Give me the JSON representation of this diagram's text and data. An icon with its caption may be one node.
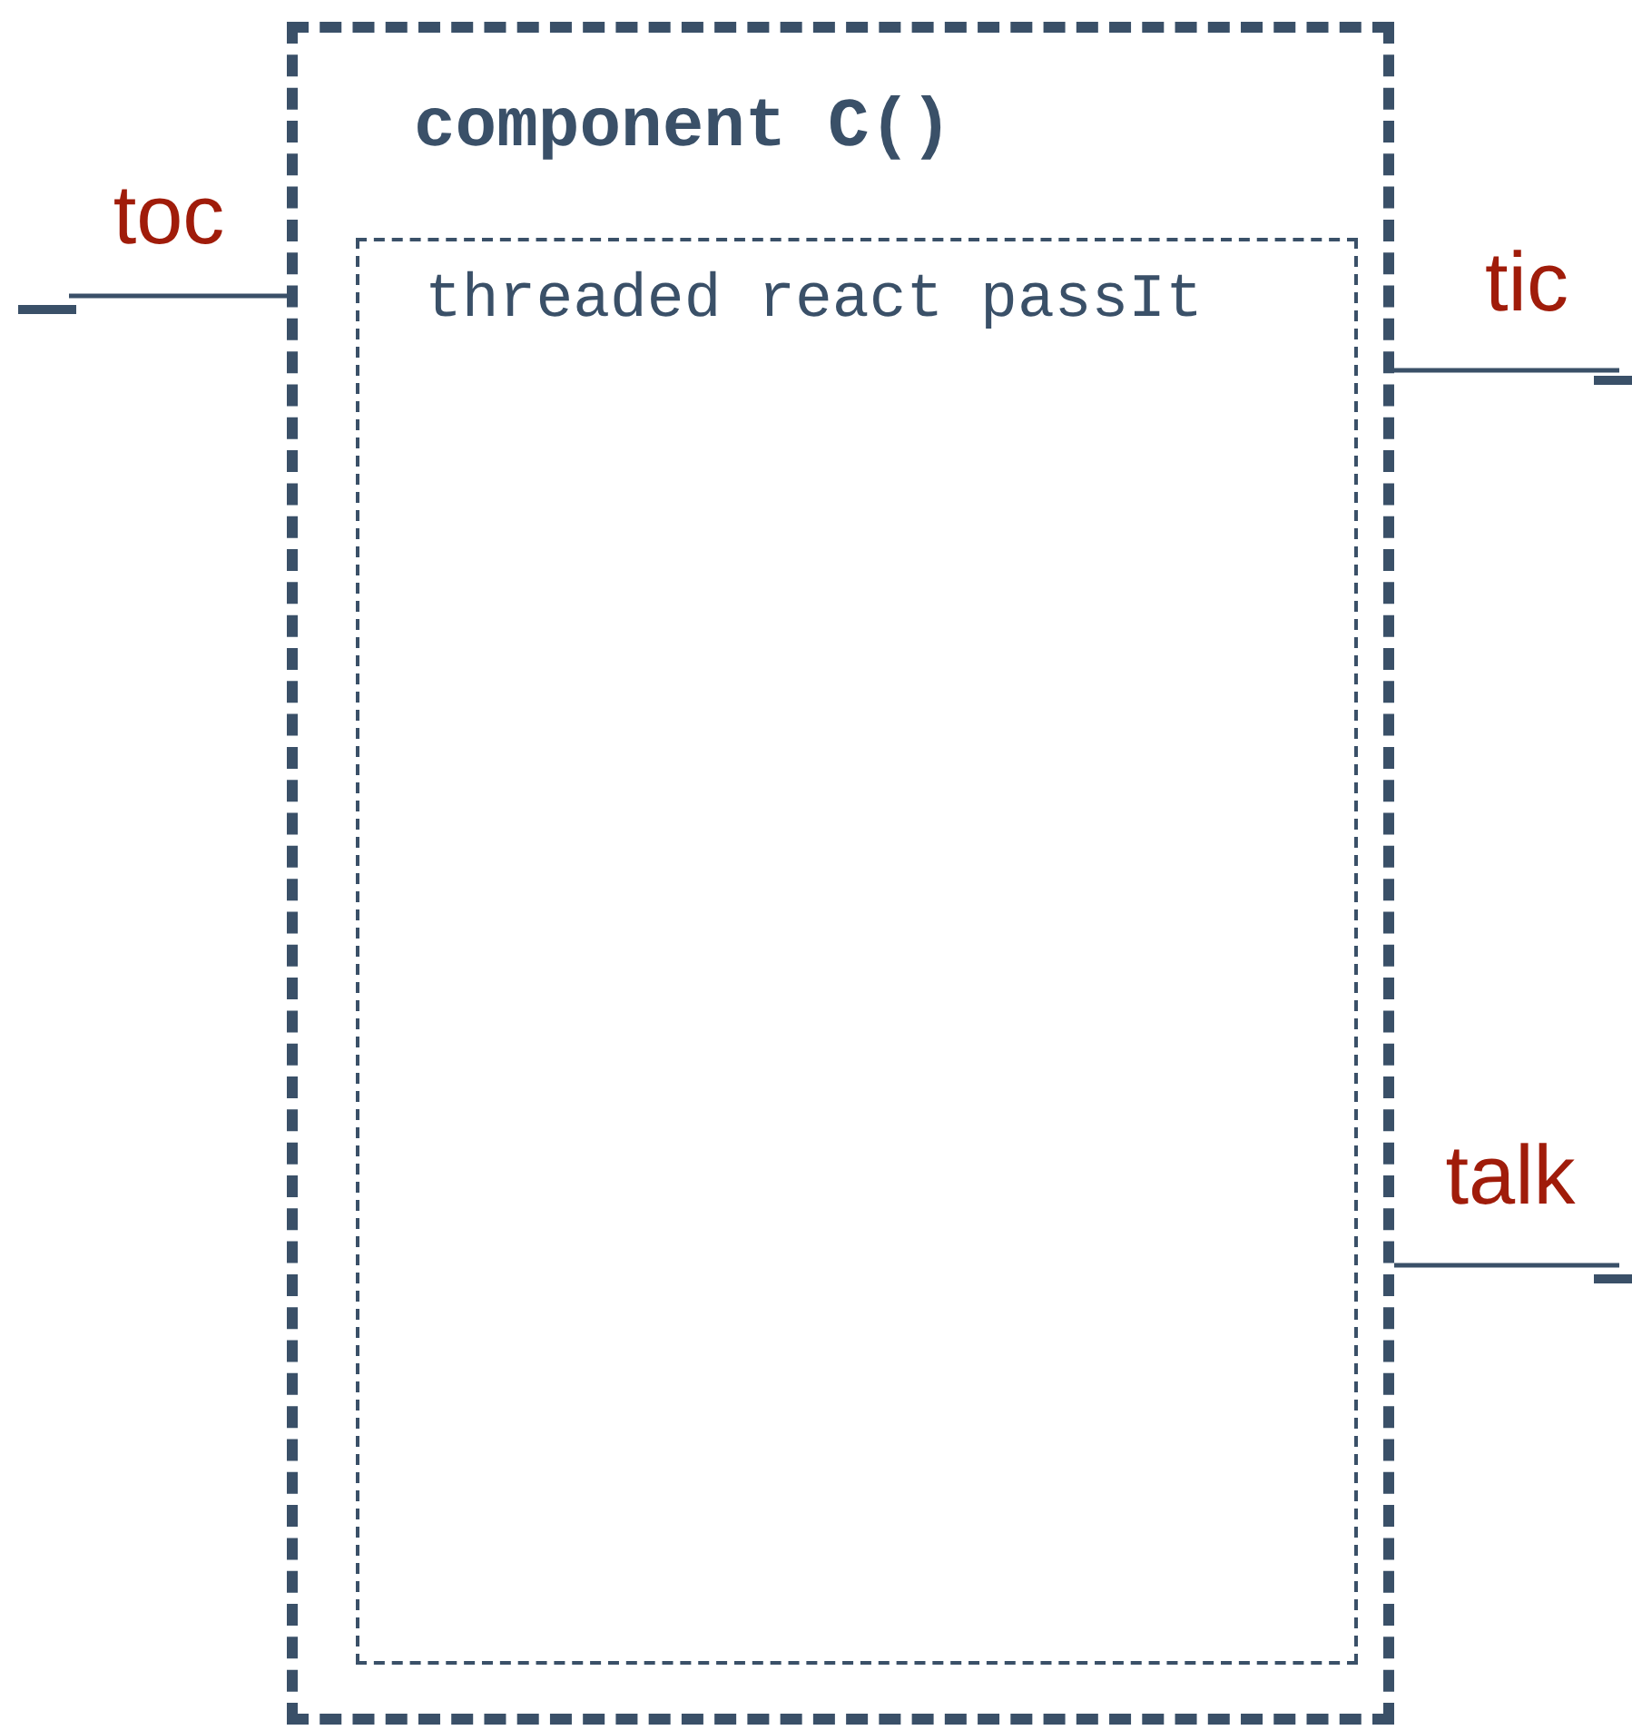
{
  "diagram": {
    "nodes": [
      {
        "text": [
          "component C()"
        ]
      },
      {
        "text": [
          "threaded react passIt"
        ],
        "in": 0
      },
      {
        "text": [
          "toc"
        ]
      },
      {
        "text": [
          "tic"
        ]
      },
      {
        "text": [
          "talk"
        ]
      }
    ],
    "edges": [
      {
        "from": 2,
        "to": 0,
        "arrow": "none"
      },
      {
        "from": 3,
        "to": 0,
        "arrow": "none"
      },
      {
        "from": 4,
        "to": 0,
        "arrow": "none"
      }
    ]
  }
}
